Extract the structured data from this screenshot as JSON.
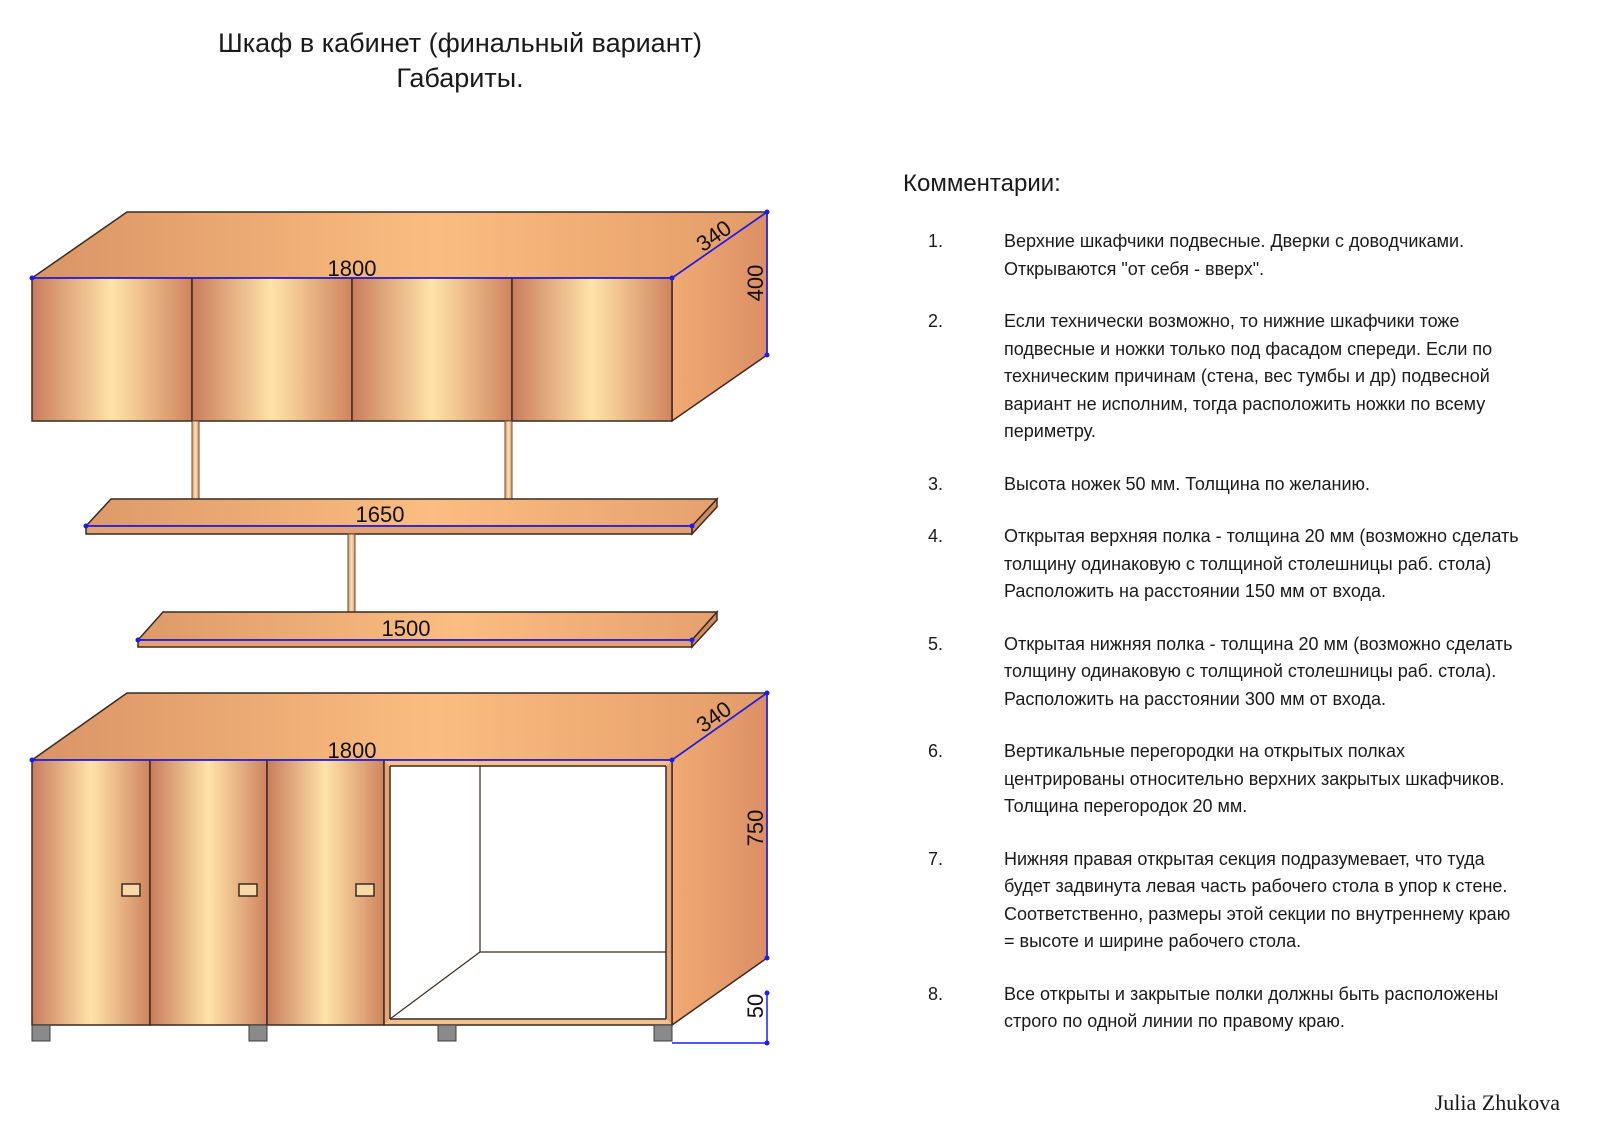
{
  "title": {
    "line1": "Шкаф в кабинет (финальный вариант)",
    "line2": "Габариты."
  },
  "dimensions": {
    "upper_width": "1800",
    "upper_depth": "340",
    "upper_height": "400",
    "shelf_top": "1650",
    "shelf_bottom": "1500",
    "lower_width": "1800",
    "lower_depth": "340",
    "lower_height": "750",
    "leg_height": "50"
  },
  "colors": {
    "wood_light": "#ffe1a6",
    "wood_mid": "#f2b074",
    "wood_dark": "#c97a58",
    "dimension_line": "#1a1aff",
    "leg": "#888888"
  },
  "comments": {
    "heading": "Комментарии:",
    "items": [
      {
        "num": "1.",
        "text": "Верхние шкафчики подвесные. Дверки с доводчиками.\nОткрываются \"от себя - вверх\"."
      },
      {
        "num": "2.",
        "text": "Если технически возможно, то нижние шкафчики тоже\nподвесные и ножки только под фасадом спереди. Если по\nтехническим причинам (стена, вес тумбы и др) подвесной\nвариант не исполним, тогда расположить ножки по всему\nпериметру."
      },
      {
        "num": "3.",
        "text": "Высота ножек 50 мм. Толщина по желанию."
      },
      {
        "num": "4.",
        "text": "Открытая верхняя полка - толщина 20 мм (возможно сделать\nтолщину одинаковую с толщиной столешницы раб. стола)\nРасположить на расстоянии 150 мм от входа."
      },
      {
        "num": "5.",
        "text": "Открытая нижняя полка - толщина 20 мм (возможно сделать\nтолщину одинаковую с толщиной столешницы раб. стола).\nРасположить на расстоянии 300 мм от входа."
      },
      {
        "num": "6.",
        "text": "Вертикальные перегородки на открытых полках\nцентрированы относительно верхних закрытых шкафчиков.\nТолщина перегородок 20 мм."
      },
      {
        "num": "7.",
        "text": "Нижняя правая открытая секция подразумевает, что туда\nбудет задвинута левая часть рабочего стола в упор к стене.\nСоответственно, размеры этой секции по внутреннему краю\n= высоте и ширине рабочего стола."
      },
      {
        "num": "8.",
        "text": "Все открыты и закрытые полки должны быть расположены\nстрого по одной линии по правому краю."
      }
    ]
  },
  "author": "Julia Zhukova"
}
